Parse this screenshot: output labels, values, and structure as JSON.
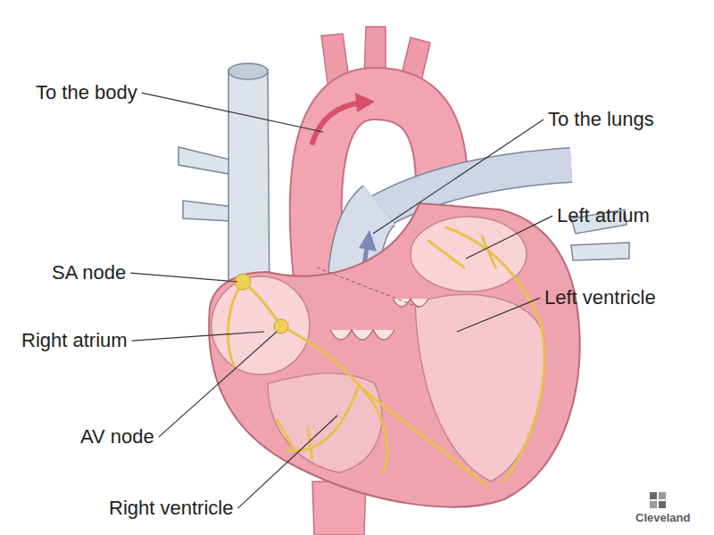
{
  "diagram": {
    "labels": [
      "To the body",
      "To the lungs",
      "Left atrium",
      "SA node",
      "Left ventricle",
      "Right atrium",
      "AV node",
      "Right ventricle",
      "Cleveland"
    ]
  }
}
